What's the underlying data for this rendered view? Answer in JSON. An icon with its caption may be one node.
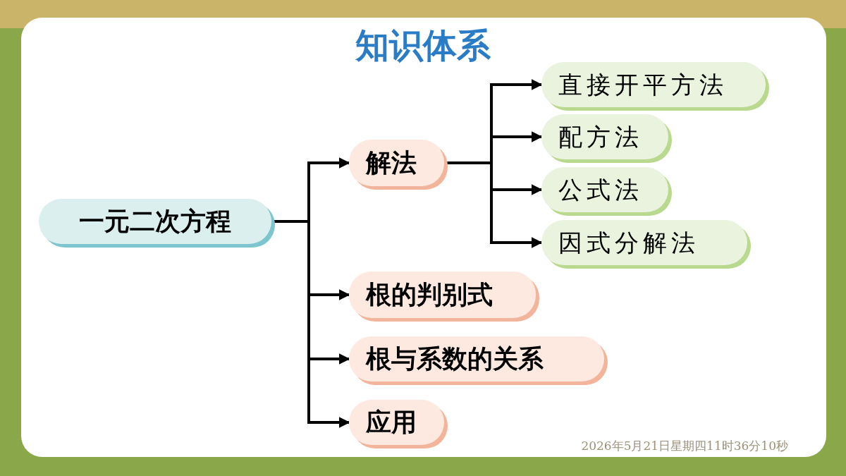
{
  "diagram": {
    "title": "知识体系",
    "nodes": [
      {
        "text": [
          "一元二次方程"
        ]
      },
      {
        "text": [
          "解法"
        ]
      },
      {
        "text": [
          "直接开平方法"
        ]
      },
      {
        "text": [
          "配方法"
        ]
      },
      {
        "text": [
          "公式法"
        ]
      },
      {
        "text": [
          "因式分解法"
        ]
      },
      {
        "text": [
          "根的判别式"
        ]
      },
      {
        "text": [
          "根与系数的关系"
        ]
      },
      {
        "text": [
          "应用"
        ]
      }
    ],
    "edges": [
      {
        "from": 0,
        "to": 1,
        "arrow": "to"
      },
      {
        "from": 0,
        "to": 6,
        "arrow": "to"
      },
      {
        "from": 0,
        "to": 7,
        "arrow": "to"
      },
      {
        "from": 0,
        "to": 8,
        "arrow": "to"
      },
      {
        "from": 1,
        "to": 2,
        "arrow": "to"
      },
      {
        "from": 1,
        "to": 3,
        "arrow": "to"
      },
      {
        "from": 1,
        "to": 4,
        "arrow": "to"
      },
      {
        "from": 1,
        "to": 5,
        "arrow": "to"
      }
    ],
    "labels": [
      "2026年5月21日星期四11时36分10秒"
    ]
  }
}
